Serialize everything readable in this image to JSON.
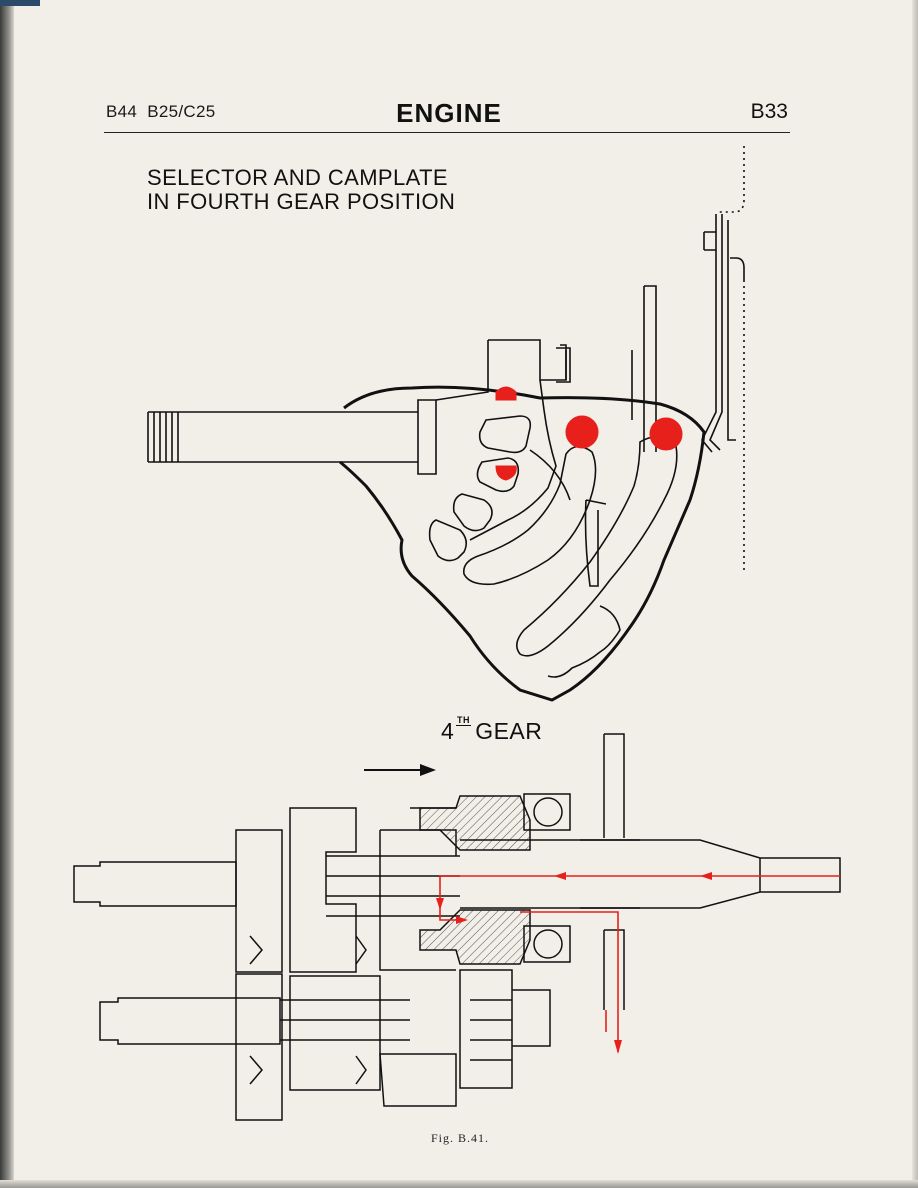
{
  "header": {
    "left": "B44  B25/C25",
    "center": "ENGINE",
    "right": "B33"
  },
  "figure": {
    "title_line1": "SELECTOR AND CAMPLATE",
    "title_line2": "IN FOURTH GEAR POSITION",
    "gear_number": "4",
    "gear_superscript": "TH",
    "gear_word": "GEAR",
    "caption": "Fig. B.41."
  },
  "colors": {
    "ink": "#111111",
    "highlight": "#e8201c",
    "paper": "#f1efe8"
  },
  "icons": {
    "direction_arrow": "arrow-right-icon",
    "power_flow": "power-flow-arrows"
  }
}
